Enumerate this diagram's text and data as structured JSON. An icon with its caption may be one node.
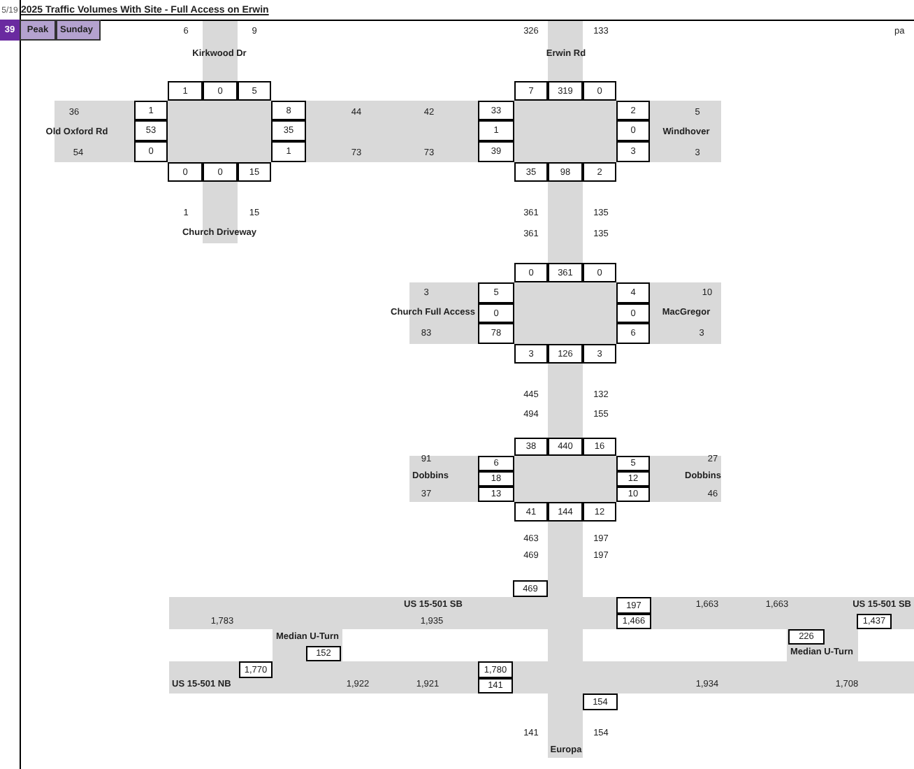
{
  "diagram": {
    "title": "2025 Traffic Volumes With Site - Full Access on Erwin",
    "labels": [
      "5/19",
      "39",
      "Peak",
      "Sunday",
      "6",
      "9",
      "326",
      "133",
      "pa",
      "Kirkwood Dr",
      "Erwin Rd",
      "1",
      "0",
      "5",
      "7",
      "319",
      "0",
      "36",
      "1",
      "8",
      "44",
      "42",
      "33",
      "2",
      "5",
      "Old Oxford Rd",
      "53",
      "35",
      "1",
      "0",
      "Windhover",
      "54",
      "0",
      "1",
      "73",
      "73",
      "39",
      "3",
      "3",
      "0",
      "0",
      "15",
      "35",
      "98",
      "2",
      "1",
      "15",
      "361",
      "135",
      "Church Driveway",
      "361",
      "135",
      "0",
      "361",
      "0",
      "3",
      "5",
      "4",
      "10",
      "Church Full Access",
      "0",
      "0",
      "MacGregor",
      "83",
      "78",
      "6",
      "3",
      "3",
      "126",
      "3",
      "445",
      "132",
      "494",
      "155",
      "38",
      "440",
      "16",
      "91",
      "6",
      "5",
      "27",
      "Dobbins",
      "18",
      "12",
      "Dobbins",
      "37",
      "13",
      "10",
      "46",
      "41",
      "144",
      "12",
      "463",
      "197",
      "469",
      "197",
      "469",
      "US 15-501 SB",
      "197",
      "1,663",
      "1,663",
      "US 15-501 SB",
      "1,783",
      "1,935",
      "1,466",
      "1,437",
      "Median U-Turn",
      "226",
      "152",
      "Median U-Turn",
      "1,770",
      "1,780",
      "US 15-501 NB",
      "1,922",
      "1,921",
      "141",
      "1,934",
      "1,708",
      "154",
      "141",
      "154",
      "Europa"
    ]
  }
}
